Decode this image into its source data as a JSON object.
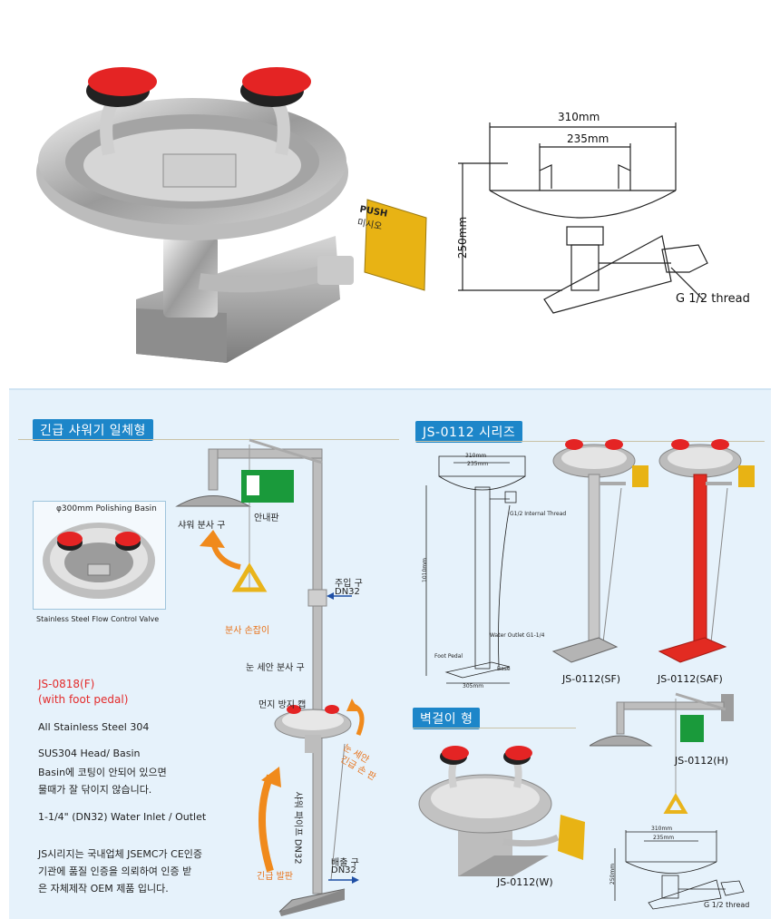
{
  "top_drawing": {
    "dim_width": "310mm",
    "dim_inner": "235mm",
    "dim_height": "250mm",
    "thread": "G 1/2 thread"
  },
  "push_sign": {
    "line1": "PUSH",
    "line2": "미시오"
  },
  "section_shower": {
    "title": "긴급 샤워기 일체형",
    "inset_title": "φ300mm Polishing Basin",
    "inset_caption": "Stainless Steel Flow Control Valve",
    "labels": {
      "shower_head": "샤워 분사 구",
      "guide_sign": "안내판",
      "inlet": "주입 구",
      "inlet_size": "DN32",
      "pull_handle": "분사 손잡이",
      "eye_nozzle": "눈 세안 분사 구",
      "dust_cap": "먼지 방지 캡",
      "eye_handle_1": "눈 세안",
      "eye_handle_2": "긴급 손 판",
      "shower_pipe": "샤워 파이프 DN32",
      "outlet": "배출 구",
      "outlet_size": "DN32",
      "foot_plate": "긴급 발판"
    },
    "model_line1": "JS-0818(F)",
    "model_line2": "(with foot pedal)",
    "specs": [
      "All Stainless Steel 304",
      "SUS304 Head/ Basin",
      "Basin에 코팅이 안되어 있으면",
      "물때가 잘 닦이지 않습니다.",
      "1-1/4\" (DN32) Water Inlet / Outlet",
      "JS시리지는 국내업체 JSEMC가 CE인증",
      "기관에 품질 인증을 의뢰하여 인증 받",
      "은 자체제작 OEM 제품 입니다."
    ]
  },
  "section_series": {
    "title": "JS-0112 시리즈",
    "drawing": {
      "w1": "310mm",
      "w2": "235mm",
      "height": "1010mm",
      "internal": "G1/2 Internal Thread",
      "outlet": "Water Outlet G1-1/4",
      "foot": "Foot Pedal",
      "base": "Base",
      "base_w": "305mm"
    },
    "models": [
      "JS-0112(SF)",
      "JS-0112(SAF)"
    ]
  },
  "section_wall": {
    "title": "벽걸이 형",
    "models": [
      "JS-0112(H)",
      "JS-0112(W)"
    ],
    "drawing": {
      "w1": "310mm",
      "w2": "235mm",
      "h": "250mm",
      "thread": "G 1/2 thread"
    }
  },
  "colors": {
    "header_bg": "#1d86c9",
    "accent_orange": "#e8731a",
    "model_red": "#e32b2b",
    "panel_bg": "#e6f2fb"
  }
}
